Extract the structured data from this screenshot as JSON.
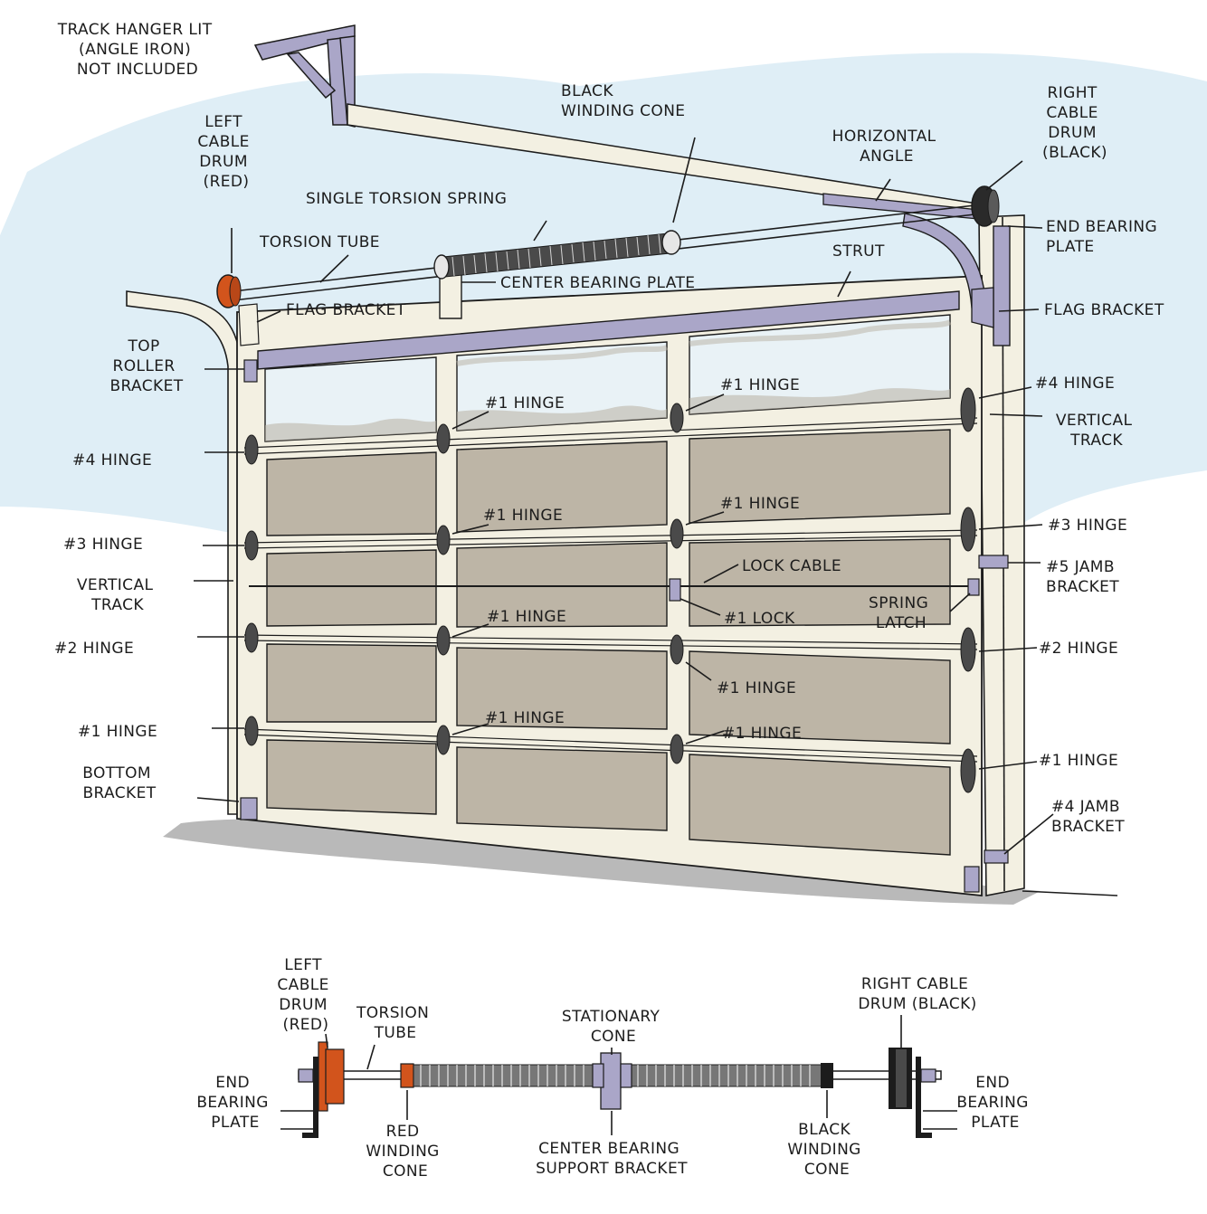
{
  "colors": {
    "door_frame": "#f3f0e2",
    "panel_fill": "#bdb5a6",
    "window_fill": "#e9f2f6",
    "sky": "#dcecf5",
    "hardware": "#aaa6c8",
    "red_drum": "#d2541c",
    "spring": "#4a4a4a",
    "ground_shadow": "#b9b9b9",
    "ink": "#1c1c1c"
  },
  "labels": {
    "track_hanger": [
      "TRACK HANGER LIT",
      "(ANGLE IRON)",
      "NOT INCLUDED"
    ],
    "black_winding_cone_top": [
      "BLACK",
      "WINDING CONE"
    ],
    "right_cable_drum_top": [
      "RIGHT",
      "CABLE",
      "DRUM",
      "(BLACK)"
    ],
    "horizontal_angle": [
      "HORIZONTAL",
      "ANGLE"
    ],
    "left_cable_drum_top": [
      "LEFT",
      "CABLE",
      "DRUM",
      "(RED)"
    ],
    "single_torsion_spring": "SINGLE TORSION SPRING",
    "torsion_tube_top": "TORSION TUBE",
    "end_bearing_plate_right": [
      "END BEARING",
      "PLATE"
    ],
    "strut": "STRUT",
    "center_bearing_plate": "CENTER BEARING PLATE",
    "flag_bracket_left": "FLAG BRACKET",
    "flag_bracket_right": "FLAG BRACKET",
    "top_roller_bracket": [
      "TOP",
      "ROLLER",
      "BRACKET"
    ],
    "hinge_1": "#1 HINGE",
    "hinge_2": "#2 HINGE",
    "hinge_3": "#3 HINGE",
    "hinge_4": "#4 HINGE",
    "vertical_track_left": [
      "VERTICAL",
      "TRACK"
    ],
    "vertical_track_right": [
      "VERTICAL",
      "TRACK"
    ],
    "lock_cable": "LOCK CABLE",
    "jamb_bracket_5": [
      "#5 JAMB",
      "BRACKET"
    ],
    "spring_latch": [
      "SPRING",
      "LATCH"
    ],
    "lock_1": "#1 LOCK",
    "bottom_bracket": [
      "BOTTOM",
      "BRACKET"
    ],
    "jamb_bracket_4": [
      "#4 JAMB",
      "BRACKET"
    ],
    "b_left_cable_drum": [
      "LEFT",
      "CABLE",
      "DRUM",
      "(RED)"
    ],
    "b_torsion_tube": [
      "TORSION",
      "TUBE"
    ],
    "b_stationary_cone": [
      "STATIONARY",
      "CONE"
    ],
    "b_right_cable_drum": [
      "RIGHT CABLE",
      "DRUM (BLACK)"
    ],
    "b_end_bearing_plate_left": [
      "END",
      "BEARING",
      "PLATE"
    ],
    "b_end_bearing_plate_right": [
      "END",
      "BEARING",
      "PLATE"
    ],
    "b_red_winding_cone": [
      "RED",
      "WINDING",
      "CONE"
    ],
    "b_center_bearing_bracket": [
      "CENTER BEARING",
      "SUPPORT BRACKET"
    ],
    "b_black_winding_cone": [
      "BLACK",
      "WINDING",
      "CONE"
    ]
  }
}
